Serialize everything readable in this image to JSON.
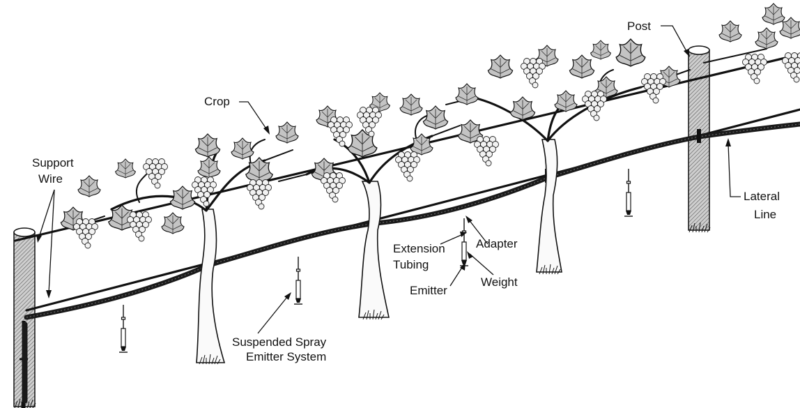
{
  "labels": {
    "post": "Post",
    "crop": "Crop",
    "support_wire_line1": "Support",
    "support_wire_line2": "Wire",
    "lateral_line_line1": "Lateral",
    "lateral_line_line2": "Line",
    "extension_tubing_line1": "Extension",
    "extension_tubing_line2": "Tubing",
    "adapter": "Adapter",
    "weight": "Weight",
    "emitter": "Emitter",
    "suspended_system_line1": "Suspended Spray",
    "suspended_system_line2": "Emitter System"
  }
}
